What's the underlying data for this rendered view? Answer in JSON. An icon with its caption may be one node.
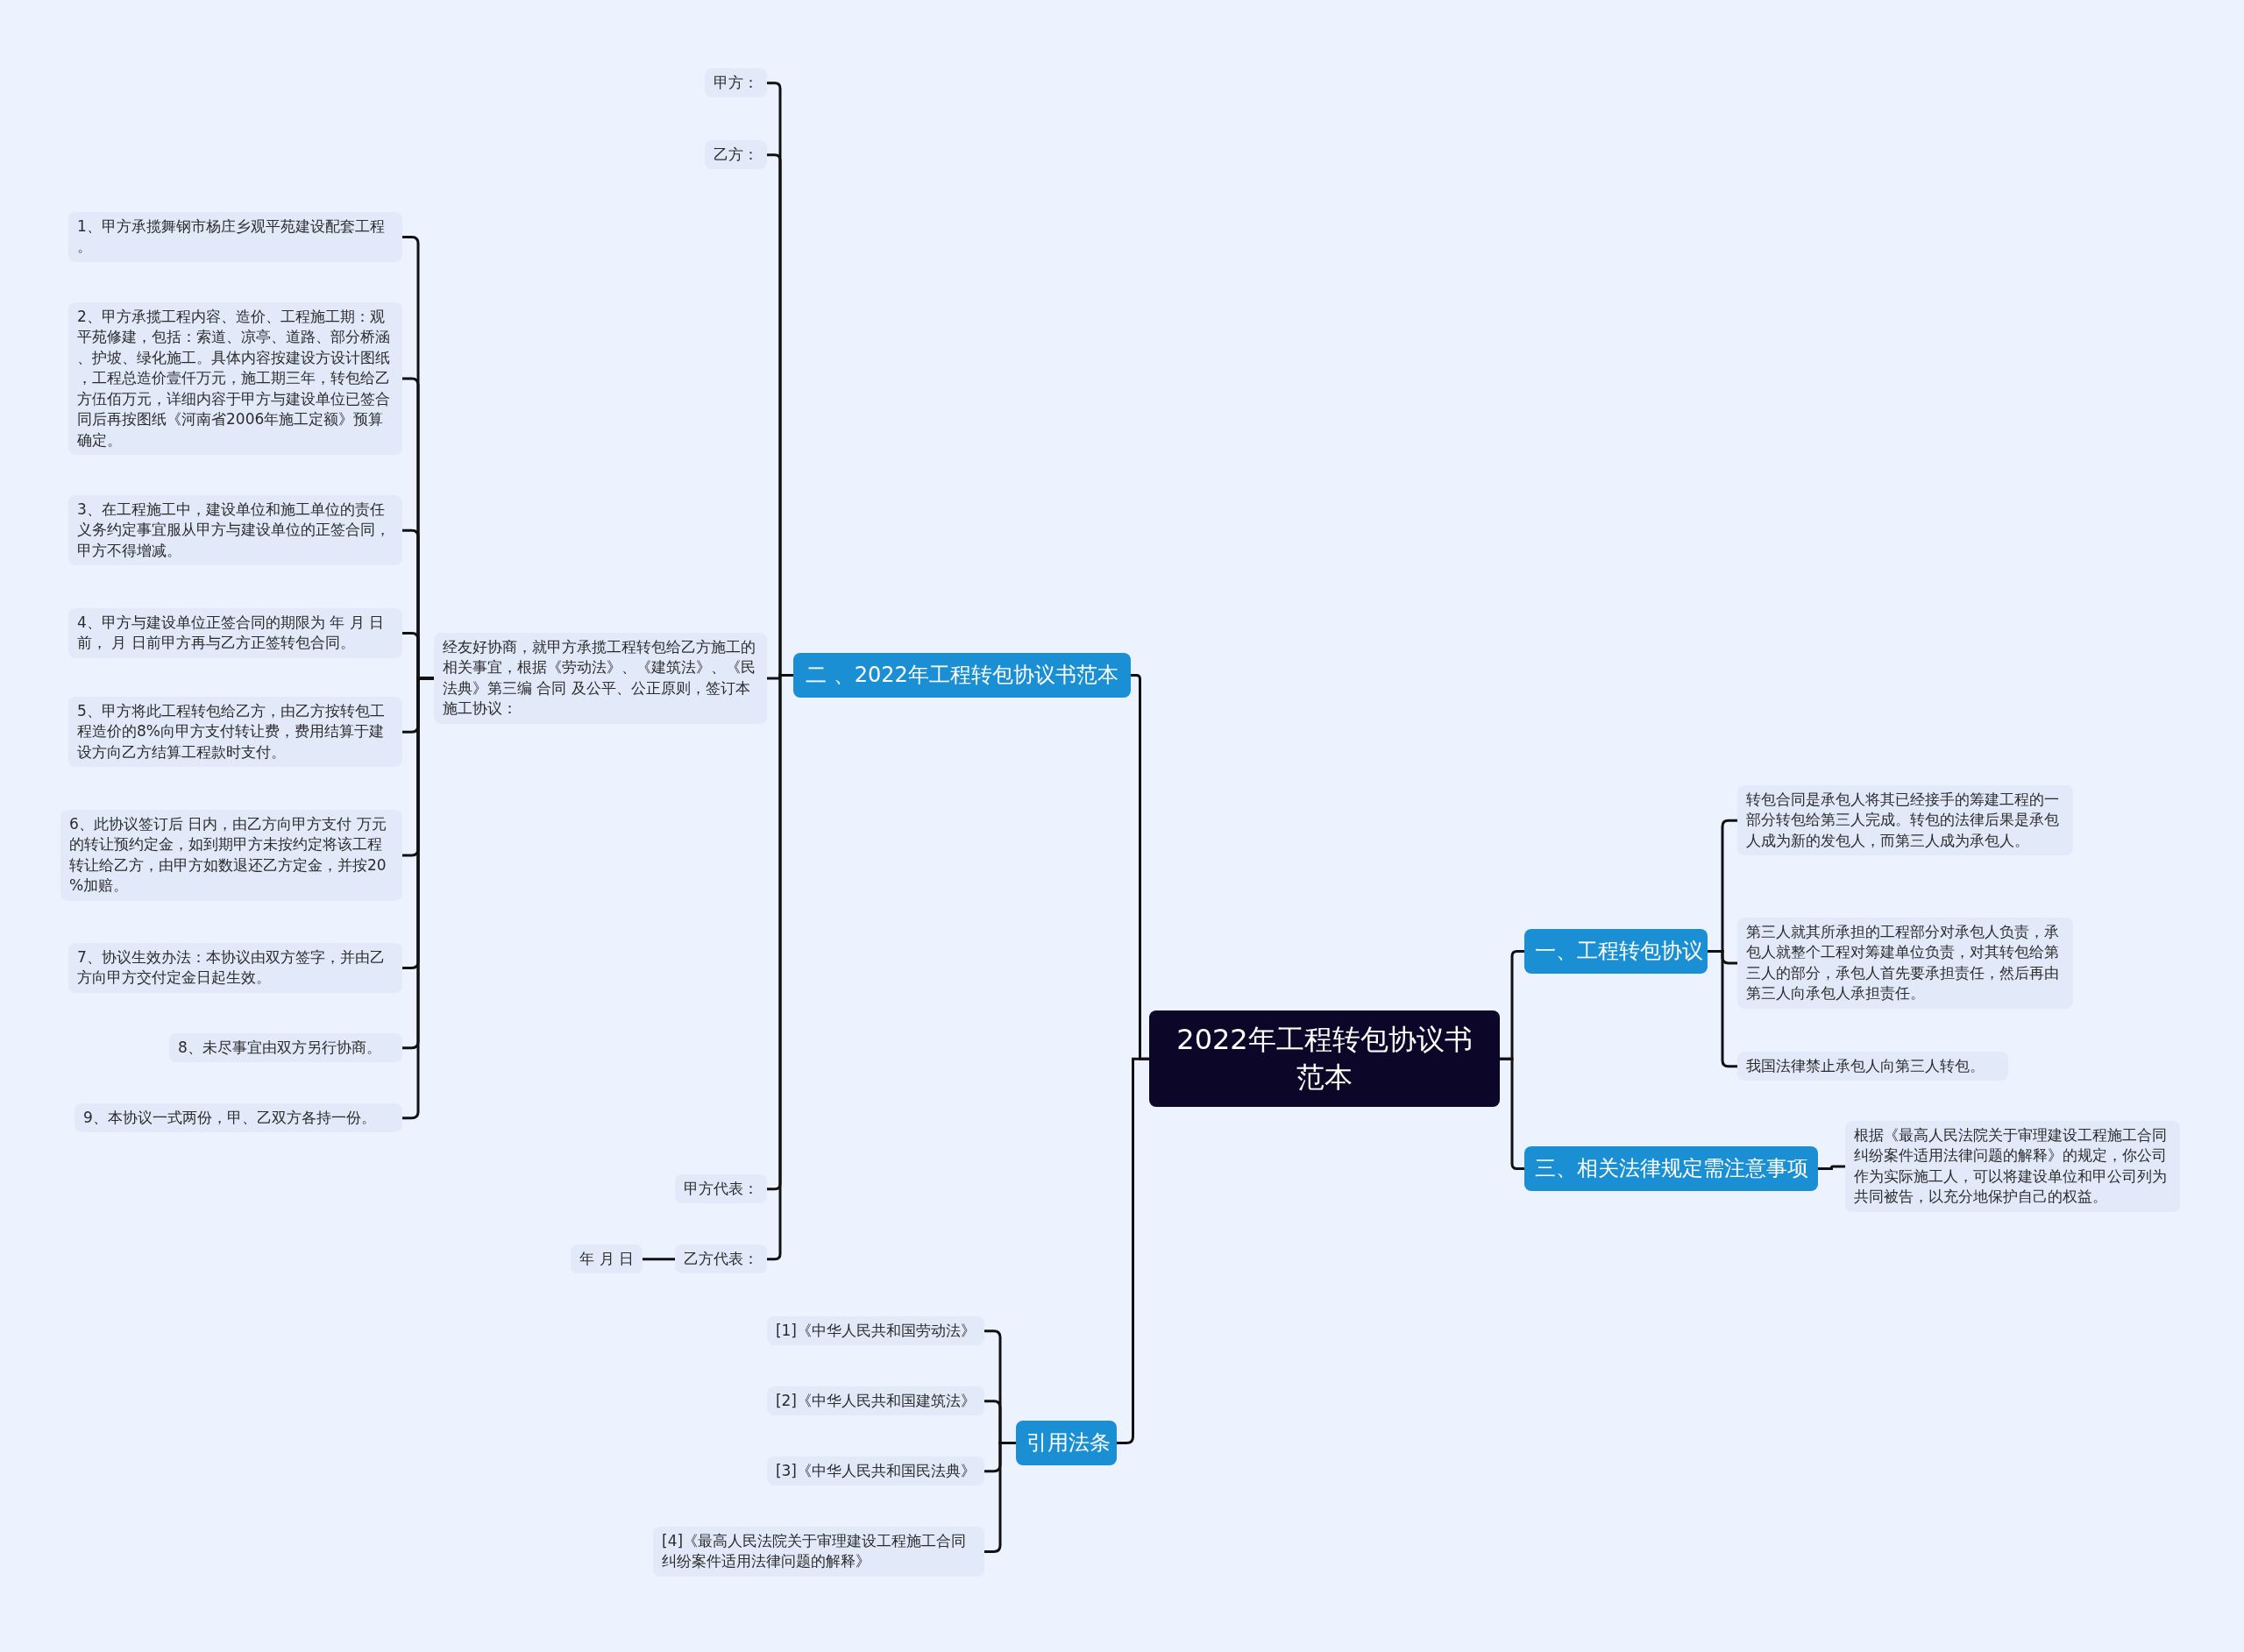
{
  "diagram": {
    "nodes": [
      {
        "text": [
          "2022年工程转包协议书范本"
        ]
      },
      {
        "text": [
          "二 、2022年工程转包协议书范本"
        ]
      },
      {
        "text": [
          "甲方："
        ]
      },
      {
        "text": [
          "乙方："
        ]
      },
      {
        "text": [
          "经友好协商，就甲方承揽工程转包给乙方施工的相关事宜，根据《劳动法》、《建筑法》、《民法典》第三编 合同 及公平、公正原则，签订本施工协议："
        ]
      },
      {
        "text": [
          "1、甲方承揽舞钢市杨庄乡观平苑建设配套工程。"
        ]
      },
      {
        "text": [
          "2、甲方承揽工程内容、造价、工程施工期：观平苑修建，包括：索道、凉亭、道路、部分桥涵、护坡、绿化施工。具体内容按建设方设计图纸，工程总造价壹仟万元，施工期三年，转包给乙方伍佰万元，详细内容于甲方与建设单位已签合同后再按图纸《河南省2006年施工定额》预算确定。"
        ]
      },
      {
        "text": [
          "3、在工程施工中，建设单位和施工单位的责任义务约定事宜服从甲方与建设单位的正签合同，甲方不得增减。"
        ]
      },
      {
        "text": [
          "4、甲方与建设单位正签合同的期限为 年 月 日前， 月 日前甲方再与乙方正签转包合同。"
        ]
      },
      {
        "text": [
          "5、甲方将此工程转包给乙方，由乙方按转包工程造价的8%向甲方支付转让费，费用结算于建设方向乙方结算工程款时支付。"
        ]
      },
      {
        "text": [
          "6、此协议签订后 日内，由乙方向甲方支付 万元的转让预约定金，如到期甲方未按约定将该工程转让给乙方，由甲方如数退还乙方定金，并按20%加赔。"
        ]
      },
      {
        "text": [
          "7、协议生效办法：本协议由双方签字，并由乙方向甲方交付定金日起生效。"
        ]
      },
      {
        "text": [
          "8、未尽事宜由双方另行协商。"
        ]
      },
      {
        "text": [
          "9、本协议一式两份，甲、乙双方各持一份。"
        ]
      },
      {
        "text": [
          "甲方代表："
        ]
      },
      {
        "text": [
          "乙方代表："
        ]
      },
      {
        "text": [
          "年 月 日"
        ]
      },
      {
        "text": [
          "引用法条"
        ]
      },
      {
        "text": [
          "[1]《中华人民共和国劳动法》"
        ]
      },
      {
        "text": [
          "[2]《中华人民共和国建筑法》"
        ]
      },
      {
        "text": [
          "[3]《中华人民共和国民法典》"
        ]
      },
      {
        "text": [
          "[4]《最高人民法院关于审理建设工程施工合同纠纷案件适用法律问题的解释》"
        ]
      },
      {
        "text": [
          "一、工程转包协议"
        ]
      },
      {
        "text": [
          "转包合同是承包人将其已经接手的筹建工程的一部分转包给第三人完成。转包的法律后果是承包人成为新的发包人，而第三人成为承包人。"
        ]
      },
      {
        "text": [
          "第三人就其所承担的工程部分对承包人负责，承包人就整个工程对筹建单位负责，对其转包给第三人的部分，承包人首先要承担责任，然后再由第三人向承包人承担责任。"
        ]
      },
      {
        "text": [
          "我国法律禁止承包人向第三人转包。"
        ]
      },
      {
        "text": [
          "三、相关法律规定需注意事项"
        ]
      },
      {
        "text": [
          "根据《最高人民法院关于审理建设工程施工合同纠纷案件适用法律问题的解释》的规定，你公司作为实际施工人，可以将建设单位和甲公司列为共同被告，以充分地保护自己的权益。"
        ]
      }
    ],
    "edges": [
      {
        "from": 0,
        "to": 1,
        "arrow": "none"
      },
      {
        "from": 1,
        "to": 2,
        "arrow": "none"
      },
      {
        "from": 1,
        "to": 3,
        "arrow": "none"
      },
      {
        "from": 1,
        "to": 4,
        "arrow": "none"
      },
      {
        "from": 4,
        "to": 5,
        "arrow": "none"
      },
      {
        "from": 4,
        "to": 6,
        "arrow": "none"
      },
      {
        "from": 4,
        "to": 7,
        "arrow": "none"
      },
      {
        "from": 4,
        "to": 8,
        "arrow": "none"
      },
      {
        "from": 4,
        "to": 9,
        "arrow": "none"
      },
      {
        "from": 4,
        "to": 10,
        "arrow": "none"
      },
      {
        "from": 4,
        "to": 11,
        "arrow": "none"
      },
      {
        "from": 4,
        "to": 12,
        "arrow": "none"
      },
      {
        "from": 4,
        "to": 13,
        "arrow": "none"
      },
      {
        "from": 1,
        "to": 14,
        "arrow": "none"
      },
      {
        "from": 1,
        "to": 15,
        "arrow": "none"
      },
      {
        "from": 15,
        "to": 16,
        "arrow": "none"
      },
      {
        "from": 0,
        "to": 17,
        "arrow": "none"
      },
      {
        "from": 17,
        "to": 18,
        "arrow": "none"
      },
      {
        "from": 17,
        "to": 19,
        "arrow": "none"
      },
      {
        "from": 17,
        "to": 20,
        "arrow": "none"
      },
      {
        "from": 17,
        "to": 21,
        "arrow": "none"
      },
      {
        "from": 0,
        "to": 22,
        "arrow": "none"
      },
      {
        "from": 22,
        "to": 23,
        "arrow": "none"
      },
      {
        "from": 22,
        "to": 24,
        "arrow": "none"
      },
      {
        "from": 22,
        "to": 25,
        "arrow": "none"
      },
      {
        "from": 0,
        "to": 26,
        "arrow": "none"
      },
      {
        "from": 26,
        "to": 27,
        "arrow": "none"
      }
    ]
  }
}
